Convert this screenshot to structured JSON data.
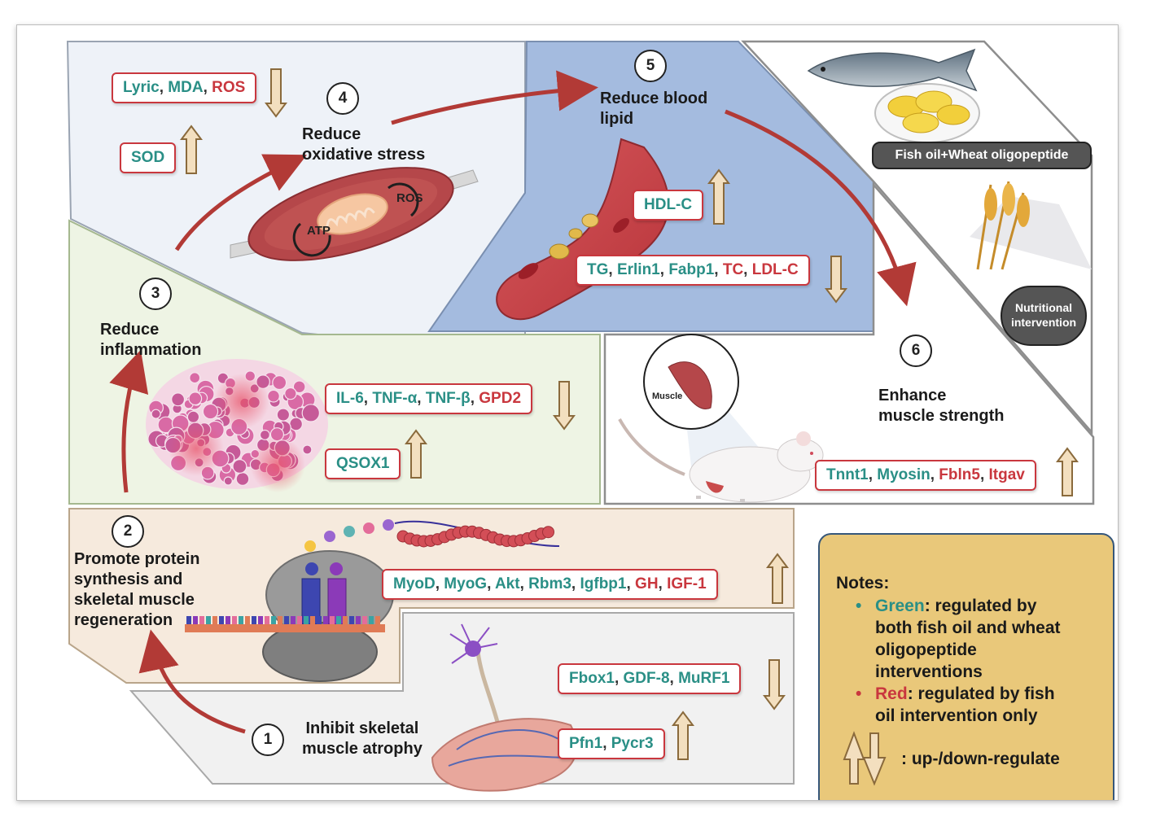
{
  "stages": [
    {
      "num": "1",
      "title": "Inhibit skeletal\nmuscle atrophy"
    },
    {
      "num": "2",
      "title": "Promote protein\nsynthesis and\nskeletal muscle\nregeneration"
    },
    {
      "num": "3",
      "title": "Reduce\ninflammation"
    },
    {
      "num": "4",
      "title": "Reduce\noxidative stress"
    },
    {
      "num": "5",
      "title": "Reduce blood\nlipid"
    },
    {
      "num": "6",
      "title": "Enhance\nmuscle strength"
    }
  ],
  "markers": {
    "oxidative_down": [
      {
        "t": "Lyric",
        "c": "green"
      },
      {
        "t": "MDA",
        "c": "green"
      },
      {
        "t": "ROS",
        "c": "red"
      }
    ],
    "oxidative_up": [
      {
        "t": "SOD",
        "c": "green"
      }
    ],
    "inflammation_down": [
      {
        "t": "IL-6",
        "c": "green"
      },
      {
        "t": "TNF-α",
        "c": "green"
      },
      {
        "t": "TNF-β",
        "c": "green"
      },
      {
        "t": "GPD2",
        "c": "red"
      }
    ],
    "inflammation_up": [
      {
        "t": "QSOX1",
        "c": "green"
      }
    ],
    "lipid_up": [
      {
        "t": "HDL-C",
        "c": "green"
      }
    ],
    "lipid_down": [
      {
        "t": "TG",
        "c": "green"
      },
      {
        "t": "Erlin1",
        "c": "green"
      },
      {
        "t": "Fabp1",
        "c": "green"
      },
      {
        "t": "TC",
        "c": "red"
      },
      {
        "t": "LDL-C",
        "c": "red"
      }
    ],
    "strength_up": [
      {
        "t": "Tnnt1",
        "c": "green"
      },
      {
        "t": "Myosin",
        "c": "green"
      },
      {
        "t": "Fbln5",
        "c": "red"
      },
      {
        "t": "Itgav",
        "c": "red"
      }
    ],
    "synthesis_up": [
      {
        "t": "MyoD",
        "c": "green"
      },
      {
        "t": "MyoG",
        "c": "green"
      },
      {
        "t": "Akt",
        "c": "green"
      },
      {
        "t": "Rbm3",
        "c": "green"
      },
      {
        "t": "Igfbp1",
        "c": "green"
      },
      {
        "t": "GH",
        "c": "red"
      },
      {
        "t": "IGF-1",
        "c": "red"
      }
    ],
    "atrophy_down": [
      {
        "t": "Fbox1",
        "c": "green"
      },
      {
        "t": "GDF-8",
        "c": "green"
      },
      {
        "t": "MuRF1",
        "c": "green"
      }
    ],
    "atrophy_up": [
      {
        "t": "Pfn1",
        "c": "green"
      },
      {
        "t": "Pycr3",
        "c": "green"
      }
    ]
  },
  "icon_labels": {
    "atp": "ATP",
    "ros": "ROS",
    "muscle": "Muscle"
  },
  "intervention": {
    "label": "Fish oil+Wheat oligopeptide",
    "badge": "Nutritional\nintervention"
  },
  "notes": {
    "title": "Notes:",
    "green_word": "Green",
    "green_text_1": ": regulated by",
    "green_text_2": "both fish oil and wheat",
    "green_text_3": "oligopeptide",
    "green_text_4": "interventions",
    "red_word": "Red",
    "red_text_1": ": regulated by fish",
    "red_text_2": "oil intervention only",
    "legend_text": ": up-/down-regulate"
  },
  "colors": {
    "green": "#2a8f86",
    "red": "#c9373e",
    "arrow_fill": "#f3dfbf",
    "arrow_stroke": "#8a6a3c",
    "oxidative_panel": "#eef2f8",
    "lipid_panel": "#a4bbdf",
    "inflammation_panel": "#eef4e4",
    "synthesis_panel": "#f6eadd",
    "atrophy_panel": "#f1f1f1",
    "notes_panel": "#e9c87a"
  }
}
